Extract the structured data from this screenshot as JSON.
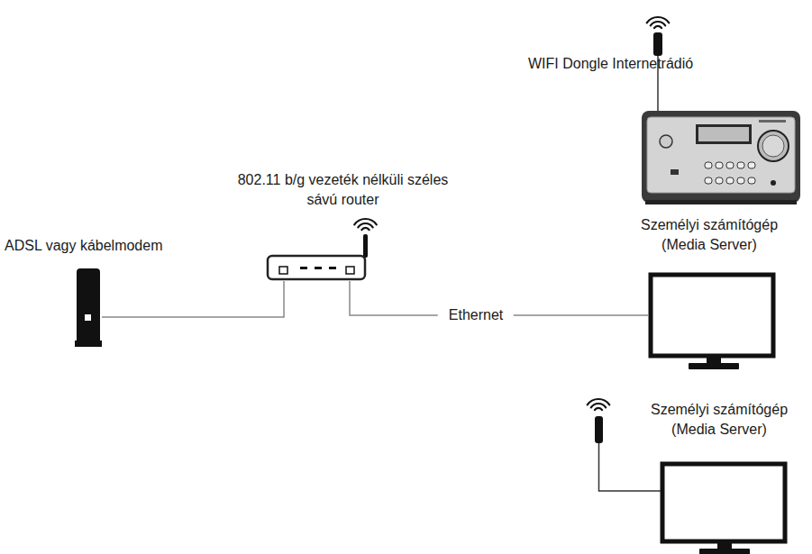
{
  "diagram": {
    "nodes": [
      {
        "text": [
          "WIFI Dongle Internetrádió"
        ]
      },
      {
        "text": [
          "802.11 b/g vezeték nélküli széles sávú router"
        ]
      },
      {
        "text": [
          "ADSL vagy kábelmodem"
        ]
      },
      {
        "text": [
          "Személyi számítógép (Media Server)"
        ]
      },
      {
        "text": [
          "Személyi számítógép (Media Server)"
        ]
      }
    ],
    "edges": [
      {
        "from": 2,
        "to": 1,
        "arrow": "none"
      },
      {
        "from": 1,
        "to": 3,
        "label": "Ethernet",
        "arrow": "none"
      }
    ]
  }
}
